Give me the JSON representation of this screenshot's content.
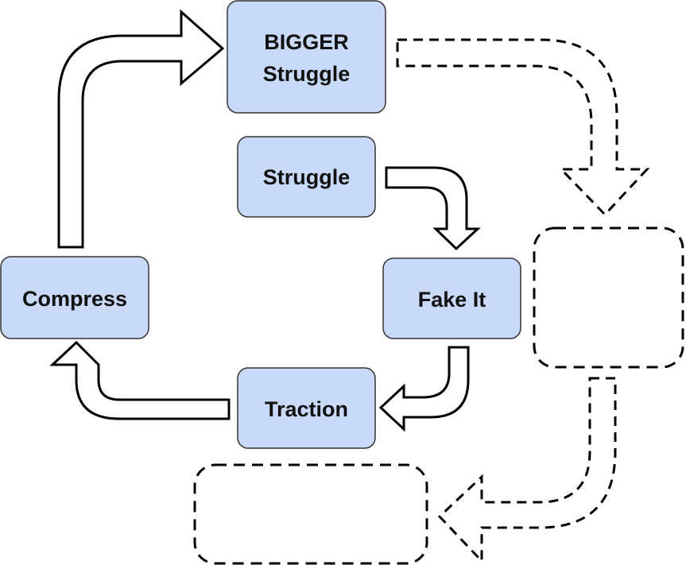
{
  "diagram": {
    "nodes": {
      "bigger_struggle": {
        "line1": "BIGGER",
        "line2": "Struggle"
      },
      "struggle": {
        "label": "Struggle"
      },
      "fake_it": {
        "label": "Fake It"
      },
      "traction": {
        "label": "Traction"
      },
      "compress": {
        "label": "Compress"
      },
      "placeholder_right": {
        "label": ""
      },
      "placeholder_bottom": {
        "label": ""
      }
    },
    "edges": [
      {
        "from": "Struggle",
        "to": "Fake It",
        "style": "solid"
      },
      {
        "from": "Fake It",
        "to": "Traction",
        "style": "solid"
      },
      {
        "from": "Traction",
        "to": "Compress",
        "style": "solid"
      },
      {
        "from": "Compress",
        "to": "BIGGER Struggle",
        "style": "solid"
      },
      {
        "from": "BIGGER Struggle",
        "to": "placeholder-right",
        "style": "dashed"
      },
      {
        "from": "placeholder-right",
        "to": "placeholder-bottom",
        "style": "dashed"
      }
    ],
    "colors": {
      "node_fill": "#c9daf8",
      "node_stroke": "#333333",
      "arrow_stroke": "#000000",
      "arrow_fill": "#ffffff",
      "text": "#111111"
    }
  }
}
